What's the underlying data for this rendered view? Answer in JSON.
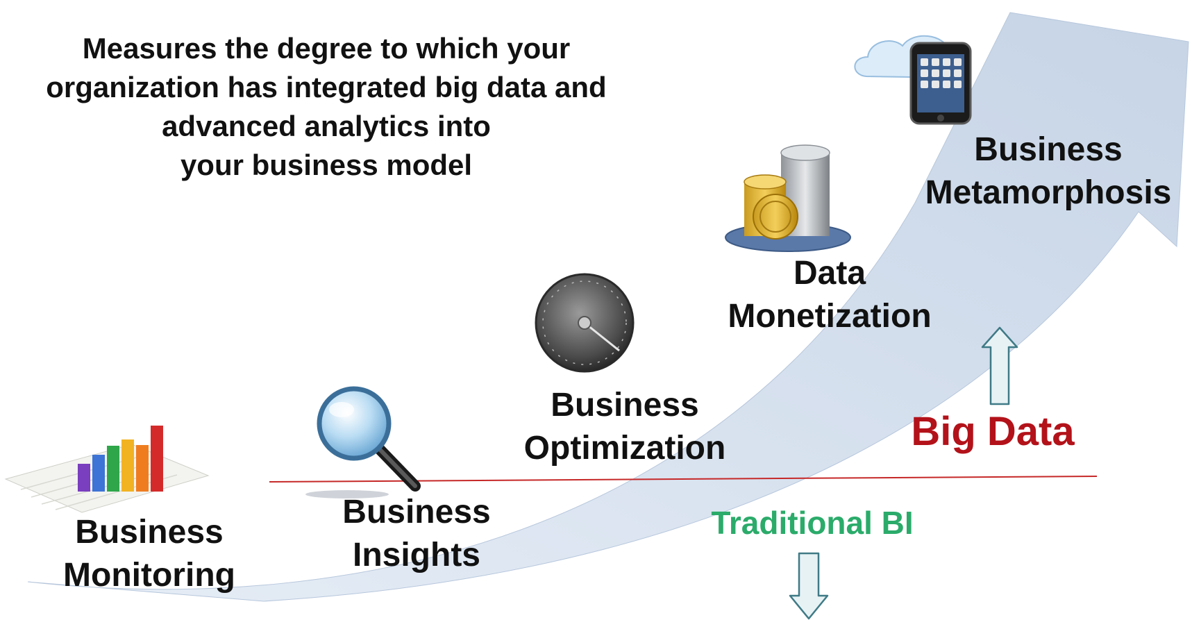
{
  "subtitle": {
    "line1": "Measures the degree to which your",
    "line2": "organization has integrated big data and",
    "line3": "advanced analytics into",
    "line4": "your business model"
  },
  "stages": {
    "monitoring": {
      "line1": "Business",
      "line2": "Monitoring",
      "icon": "bar-chart-icon"
    },
    "insights": {
      "line1": "Business",
      "line2": "Insights",
      "icon": "magnifying-glass-icon"
    },
    "optimization": {
      "line1": "Business",
      "line2": "Optimization",
      "icon": "speedometer-icon"
    },
    "monetization": {
      "line1": "Data",
      "line2": "Monetization",
      "icon": "coin-stack-icon"
    },
    "metamorphosis": {
      "line1": "Business",
      "line2": "Metamorphosis",
      "icon": "cloud-phone-icon"
    }
  },
  "divider": {
    "upper_label": "Big Data",
    "lower_label": "Traditional BI",
    "upper_color": "#b3121a",
    "lower_color": "#2bab6a",
    "line_color": "#c62828"
  },
  "colors": {
    "arrow_fill": "#d3deec",
    "text": "#111111"
  }
}
